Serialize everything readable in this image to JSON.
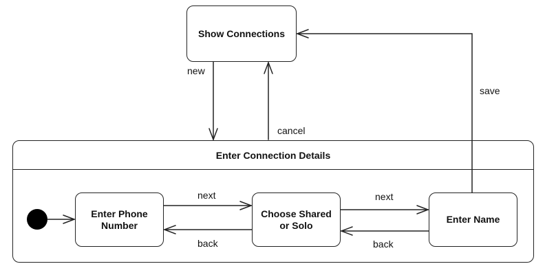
{
  "states": {
    "show_connections": "Show Connections",
    "enter_connection_details": "Enter Connection Details",
    "enter_phone_line1": "Enter Phone",
    "enter_phone_line2": "Number",
    "choose_shared_line1": "Choose Shared",
    "choose_shared_line2": "or Solo",
    "enter_name": "Enter Name"
  },
  "transitions": {
    "new": "new",
    "cancel": "cancel",
    "save": "save",
    "next_1": "next",
    "back_1": "back",
    "next_2": "next",
    "back_2": "back"
  }
}
